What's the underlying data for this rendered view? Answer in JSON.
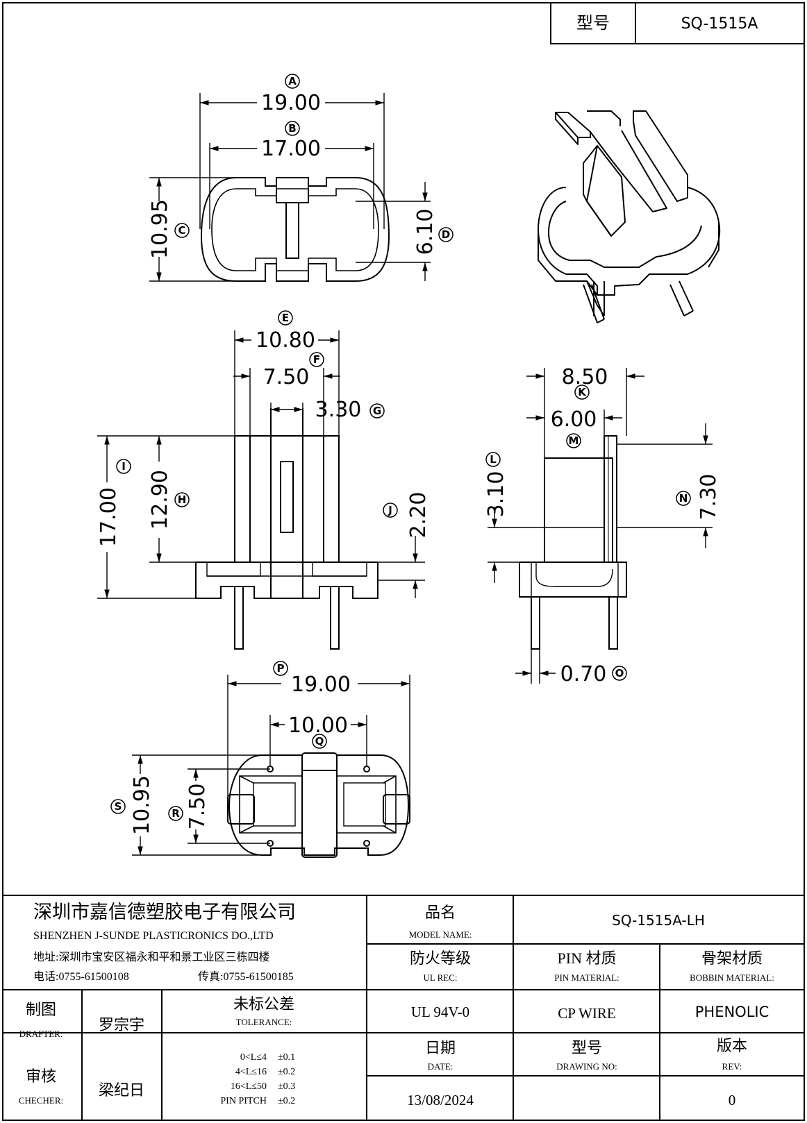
{
  "header": {
    "model_label": "型号",
    "model_value": "SQ-1515A"
  },
  "dimensions": {
    "A": {
      "letter": "A",
      "value": "19.00"
    },
    "B": {
      "letter": "B",
      "value": "17.00"
    },
    "C": {
      "letter": "C",
      "value": "10.95"
    },
    "D": {
      "letter": "D",
      "value": "6.10"
    },
    "E": {
      "letter": "E",
      "value": "10.80"
    },
    "F": {
      "letter": "F",
      "value": "7.50"
    },
    "G": {
      "letter": "G",
      "value": "3.30"
    },
    "H": {
      "letter": "H",
      "value": "12.90"
    },
    "I": {
      "letter": "I",
      "value": "17.00"
    },
    "J": {
      "letter": "J",
      "value": "2.20"
    },
    "K": {
      "letter": "K",
      "value": "8.50"
    },
    "L": {
      "letter": "L",
      "value": "3.10"
    },
    "M": {
      "letter": "M",
      "value": "6.00"
    },
    "N": {
      "letter": "N",
      "value": "7.30"
    },
    "O": {
      "letter": "O",
      "value": "0.70"
    },
    "P": {
      "letter": "P",
      "value": "19.00"
    },
    "Q": {
      "letter": "Q",
      "value": "10.00"
    },
    "R": {
      "letter": "R",
      "value": "7.50"
    },
    "S": {
      "letter": "S",
      "value": "10.95"
    }
  },
  "company": {
    "name_cn": "深圳市嘉信德塑胶电子有限公司",
    "name_en": "SHENZHEN J-SUNDE PLASTICRONICS DO.,LTD",
    "address": "地址:深圳市宝安区福永和平和景工业区三栋四楼",
    "phone": "电话:0755-61500108",
    "fax": "传真:0755-61500185"
  },
  "titleblock": {
    "product_name_cn": "品名",
    "product_name_en": "MODEL NAME:",
    "product_name_value": "SQ-1515A-LH",
    "ul_cn": "防火等级",
    "ul_en": "UL REC:",
    "ul_value": "UL 94V-0",
    "pin_cn": "PIN 材质",
    "pin_en": "PIN MATERIAL:",
    "pin_value": "CP WIRE",
    "bobbin_cn": "骨架材质",
    "bobbin_en": "BOBBIN MATERIAL:",
    "bobbin_value": "PHENOLIC",
    "drafter_cn": "制图",
    "drafter_en": "DRAFTER:",
    "drafter_value": "罗宗宇",
    "checker_cn": "审核",
    "checker_en": "CHECHER:",
    "checker_value": "梁纪日",
    "tolerance_cn": "未标公差",
    "tolerance_en": "TOLERANCE:",
    "tol_rows": [
      {
        "range": "0<L≤4",
        "value": "±0.1"
      },
      {
        "range": "4<L≤16",
        "value": "±0.2"
      },
      {
        "range": "16<L≤50",
        "value": "±0.3"
      },
      {
        "range": "PIN PITCH",
        "value": "±0.2"
      }
    ],
    "date_cn": "日期",
    "date_en": "DATE:",
    "date_value": "13/08/2024",
    "drawing_cn": "型号",
    "drawing_en": "DRAWING NO:",
    "rev_cn": "版本",
    "rev_en": "REV:",
    "rev_value": "0"
  }
}
